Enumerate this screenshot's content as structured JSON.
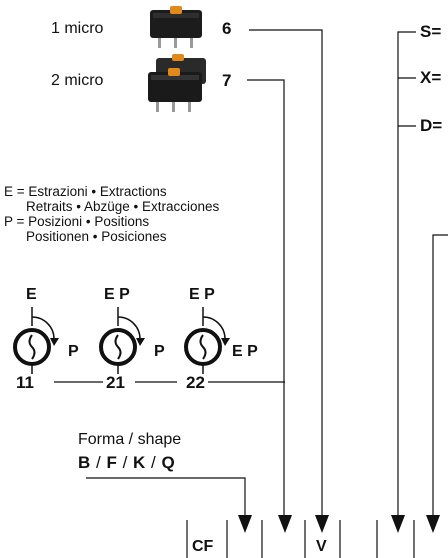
{
  "micro": {
    "one": {
      "label": "1 micro",
      "code": "6"
    },
    "two": {
      "label": "2 micro",
      "code": "7"
    }
  },
  "legend": {
    "line1": "E = Estrazioni • Extractions",
    "line2": "Retraits • Abzüge • Extracciones",
    "line3": "P = Posizioni • Positions",
    "line4": "Positionen • Posiciones"
  },
  "switches": [
    {
      "top": "E",
      "side": "P",
      "code": "11"
    },
    {
      "top": "E P",
      "side": "P",
      "code": "21"
    },
    {
      "top": "E P",
      "side": "E P",
      "code": "22"
    }
  ],
  "shape": {
    "title": "Forma / shape",
    "codes": [
      "B",
      "F",
      "K",
      "Q"
    ],
    "separator": " / "
  },
  "code_row": {
    "prefix": "CF",
    "middle": "V"
  },
  "right_options": [
    "S",
    "X",
    "D"
  ],
  "right_suffix": "="
}
